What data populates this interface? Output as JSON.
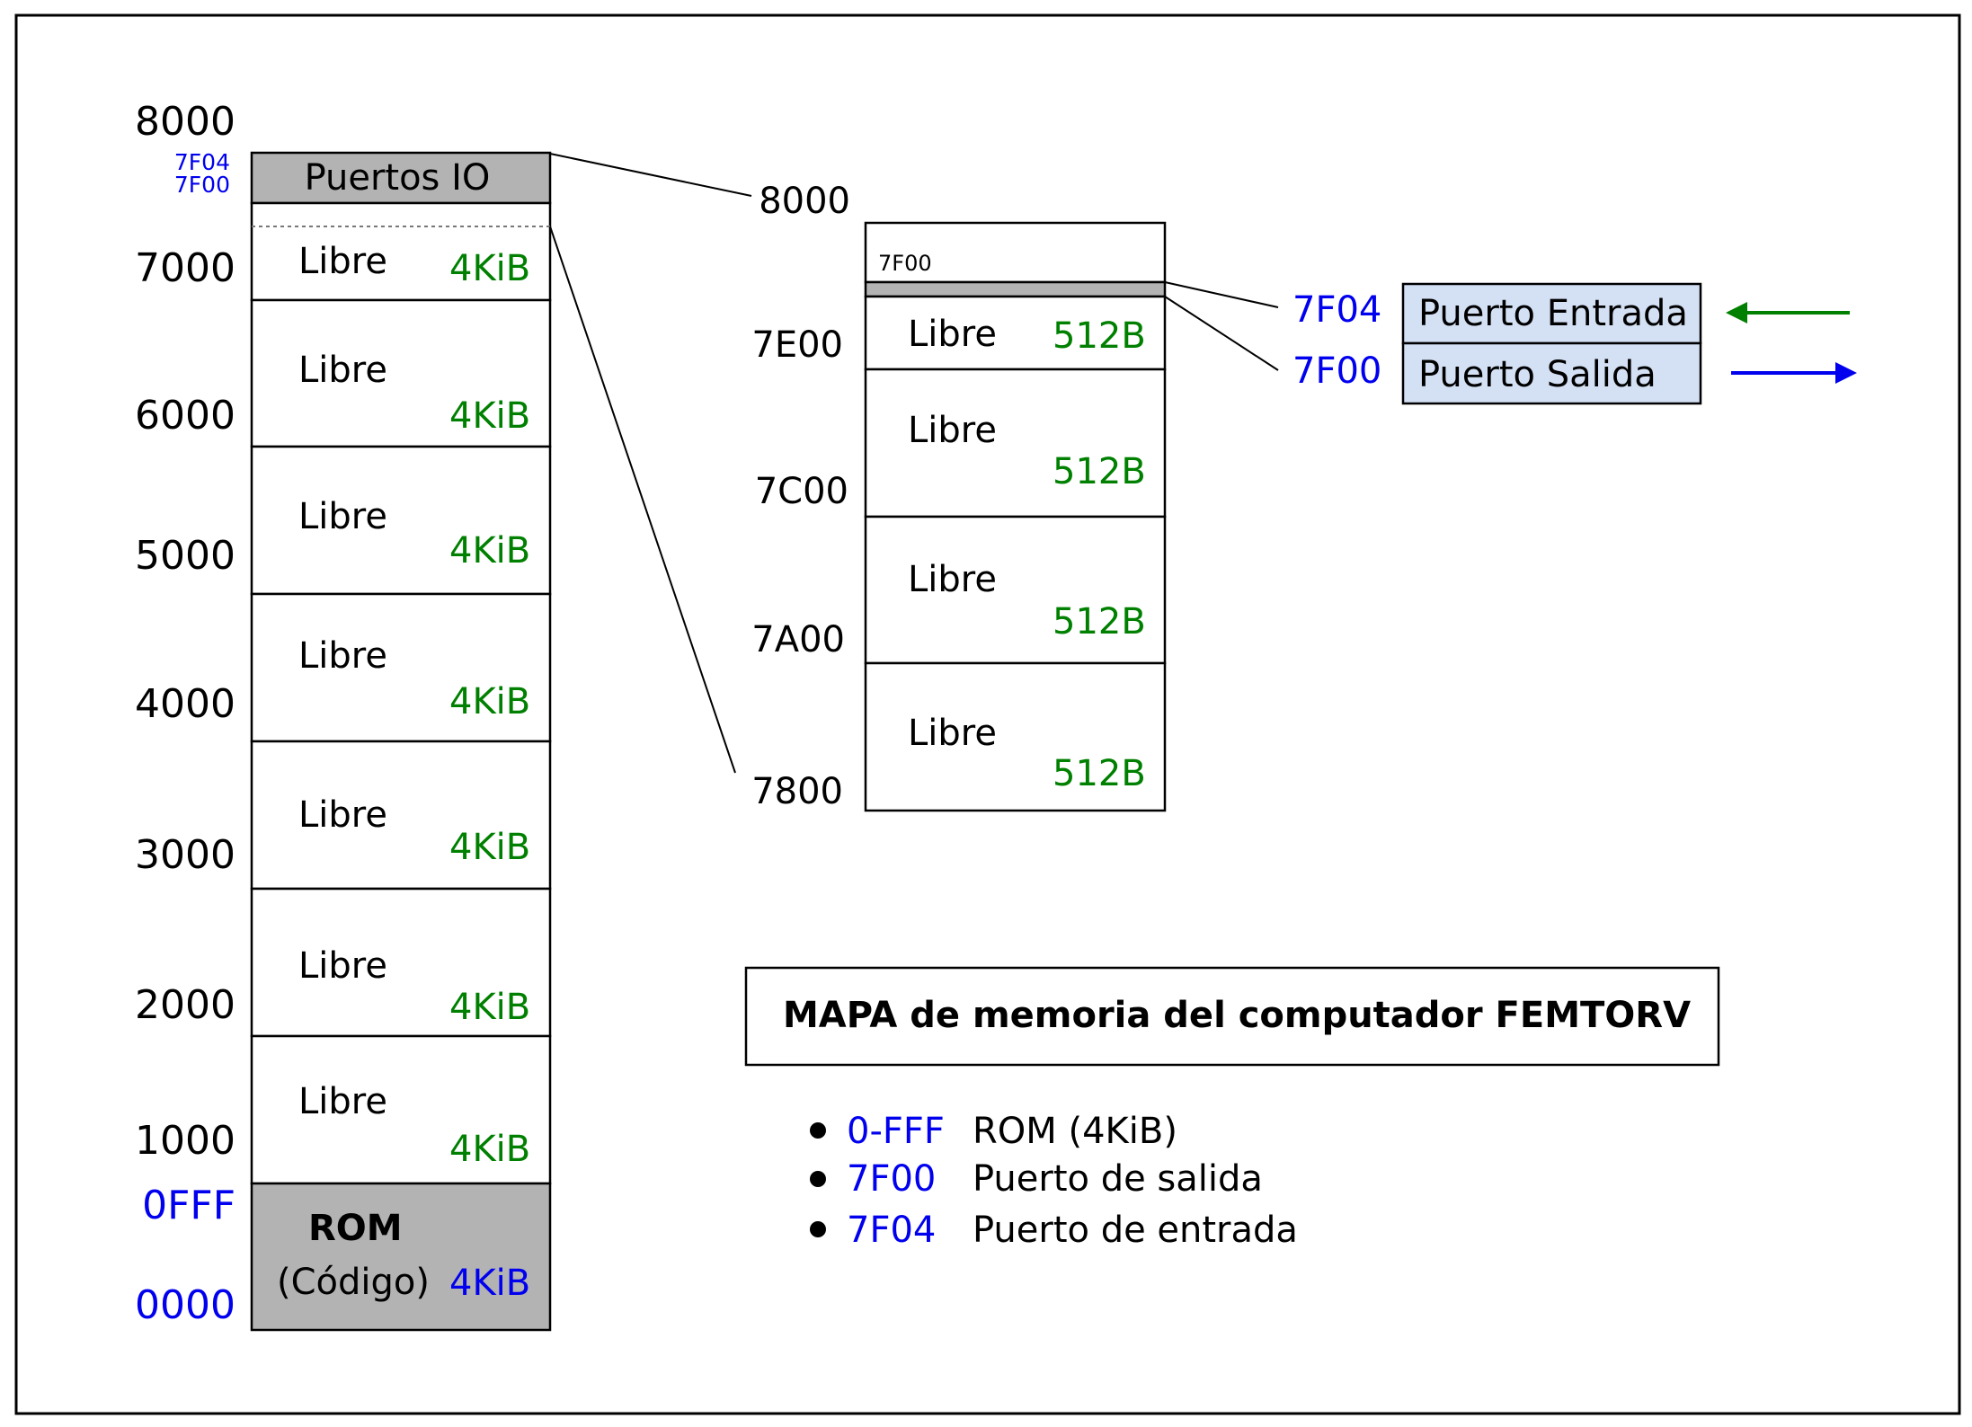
{
  "title": "MAPA de memoria del computador FEMTORV",
  "left_map": {
    "top_addr": "8000",
    "io_addrs": [
      "7F04",
      "7F00"
    ],
    "io_label": "Puertos IO",
    "addresses": [
      "7000",
      "6000",
      "5000",
      "4000",
      "3000",
      "2000",
      "1000"
    ],
    "free_label": "Libre",
    "free_size": "4KiB",
    "rom_top_addr": "0FFF",
    "rom_bottom_addr": "0000",
    "rom_title": "ROM",
    "rom_sub": "(Código)",
    "rom_size": "4KiB"
  },
  "zoom_map": {
    "top_addr": "8000",
    "inner_addr": "7F00",
    "addresses": [
      "7E00",
      "7C00",
      "7A00",
      "7800"
    ],
    "free_label": "Libre",
    "free_size": "512B"
  },
  "ports": {
    "in_addr": "7F04",
    "out_addr": "7F00",
    "in_label": "Puerto Entrada",
    "out_label": "Puerto Salida"
  },
  "legend": [
    {
      "addr": "0-FFF",
      "text": "ROM (4KiB)"
    },
    {
      "addr": "7F00",
      "text": "Puerto de salida"
    },
    {
      "addr": "7F04",
      "text": "Puerto de entrada"
    }
  ],
  "colors": {
    "io_fill": "#b3b3b3",
    "rom_fill": "#b3b3b3",
    "port_fill": "#d4e1f5",
    "green": "#008000",
    "blue": "#0000ee"
  }
}
